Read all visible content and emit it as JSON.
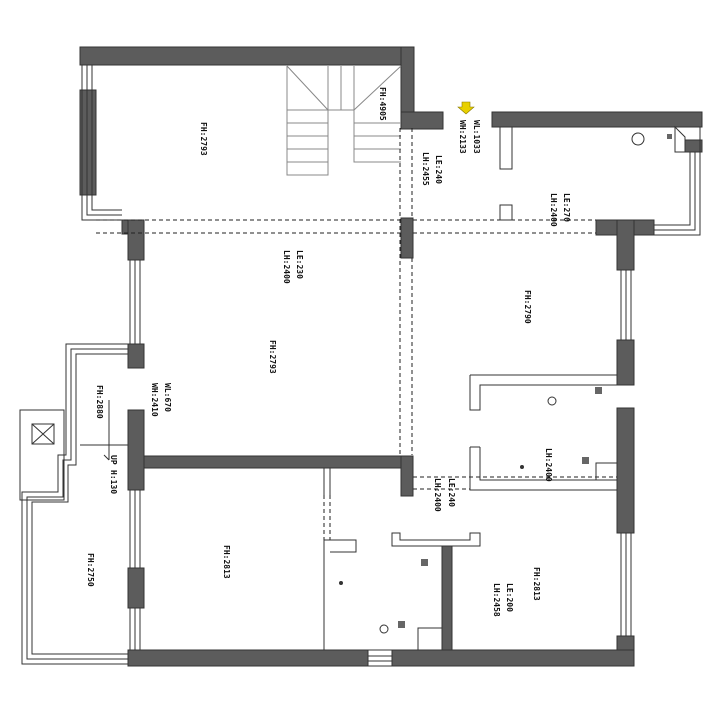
{
  "labels": {
    "study_fh": "FH:2793",
    "stair_fh": "FH:4905",
    "window_wl": "WL:1033",
    "window_wh": "WH:2133",
    "corridor_le": "LE:240",
    "corridor_lh": "LH:2455",
    "kitchen_le": "LE:270",
    "kitchen_lh": "LH:2400",
    "living_le": "LE:230",
    "living_lh": "LH:2400",
    "living_fh": "FH:2793",
    "door_wl": "WL:670",
    "door_wh": "WH:2410",
    "balcony_fh": "FH:2880",
    "up": "UP",
    "step_h": "H:130",
    "dining_fh": "FH:2790",
    "bath_lh": "LH:2400",
    "hall_le": "LE:240",
    "hall_lh": "LH:2400",
    "bedroom2_fh": "FH:2813",
    "bedroom2_le": "LE:200",
    "bedroom2_lh": "LH:2458",
    "bedroom1_fh": "FH:2813",
    "terrace_fh": "FH:2750"
  },
  "colors": {
    "wall": "#5c5c5c",
    "arrow": "#e8d000"
  }
}
